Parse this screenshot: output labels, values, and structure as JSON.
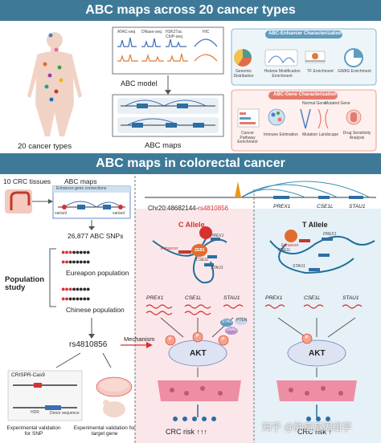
{
  "top": {
    "banner": "ABC maps across 20 cancer types",
    "cancer_types_label": "20 cancer types",
    "assays": [
      "ATAC-seq",
      "DNase-seq",
      "H3K27ac ChIP-seq",
      "HiC"
    ],
    "abc_model_label": "ABC model",
    "abc_maps_label": "ABC maps",
    "enhancer_panel": {
      "title": "ABC-Enhancer Characterization",
      "items": [
        "Genomic Distribution",
        "Histone Modification Enrichment",
        "TF Enrichment",
        "GWAS Enrichment"
      ]
    },
    "gene_panel": {
      "title": "ABC-Gene Characterization",
      "items": [
        "Cancer Pathway Enrichment",
        "Immune Estimation",
        "Mutation Landscape",
        "Drug Sensitivity Analysis"
      ],
      "legend": [
        "Normal Gene",
        "Mutated Gene"
      ]
    }
  },
  "bottom": {
    "banner": "ABC maps in colorectal cancer",
    "crc_tissues": "10 CRC tissues",
    "abc_maps": "ABC maps",
    "connections_title": "Enhancer-gene connections",
    "variant1": "variant",
    "variant2": "variant",
    "snps": "26,877 ABC SNPs",
    "population_study": "Population study",
    "european": "Eureapon population",
    "chinese": "Chinese population",
    "rsid": "rs4810856",
    "mechanism": "Mechanism",
    "crispr": "CRISPR-Cas9",
    "hdr": "HDR",
    "donor": "Donor sequence",
    "validation_snp": "Experimental validation for SNP",
    "validation_gene": "Experimental validation for target gene",
    "locus_prefix": "Chr20:48682144-",
    "locus_rs": "rs4810856",
    "track_genes": [
      "PREX1",
      "CSE1L",
      "STAU1"
    ],
    "c_allele": "C Allele",
    "t_allele": "T Allele",
    "enhancer": "Enhancer",
    "zeb1": "ZEB1",
    "stau1_small": "STAU1",
    "pten": "PTEN",
    "snai2": "SNAI2",
    "p": "P",
    "akt": "AKT",
    "crc_risk_c": "CRC risk ↑↑↑",
    "crc_risk_t": "CRC risk ↑",
    "watermark": "知乎 @肿瘤基因组学"
  },
  "colors": {
    "banner": "#3e7a98",
    "c_allele_bg": "#fbe7ea",
    "t_allele_bg": "#e5f1f7",
    "red": "#d6322f",
    "akt": "#dde3f3",
    "tumor": "#ee8ea3"
  }
}
